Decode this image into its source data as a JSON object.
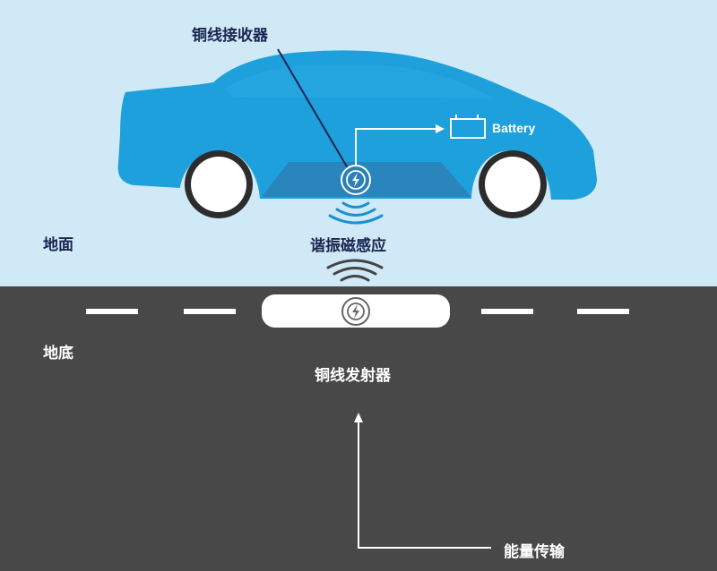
{
  "labels": {
    "receiver": "铜线接收器",
    "battery": "Battery",
    "surface": "地面",
    "resonance": "谐振磁感应",
    "underground": "地底",
    "emitter": "铜线发射器",
    "energy_transfer": "能量传输"
  },
  "icons": {
    "receiver_icon": "wireless-charging-icon",
    "emitter_icon": "wireless-charging-icon",
    "battery_icon": "battery-icon"
  },
  "colors": {
    "sky": "#cfe9f6",
    "car": "#1ea0dc",
    "ground": "#484848",
    "label_dark": "#1a2550",
    "label_light": "#ffffff",
    "wave": "#1e8fd0"
  }
}
